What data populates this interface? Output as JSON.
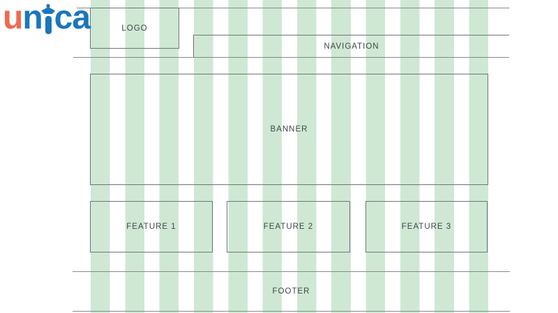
{
  "brand": {
    "name": "unica",
    "part_u": "u",
    "part_n": "n",
    "part_ca": "ca",
    "accent_color": "#ee6a52",
    "primary_color": "#1b76bb"
  },
  "wireframe": {
    "logo_label": "LOGO",
    "navigation_label": "NAVIGATION",
    "banner_label": "BANNER",
    "features": [
      {
        "label": "FEATURE 1"
      },
      {
        "label": "FEATURE 2"
      },
      {
        "label": "FEATURE 3"
      }
    ],
    "footer_label": "FOOTER",
    "grid": {
      "columns": 12,
      "column_color": "#cfe8d4",
      "guide_line_color": "#85898b",
      "box_border_color": "#6f7476",
      "label_color": "#3f4447"
    }
  }
}
